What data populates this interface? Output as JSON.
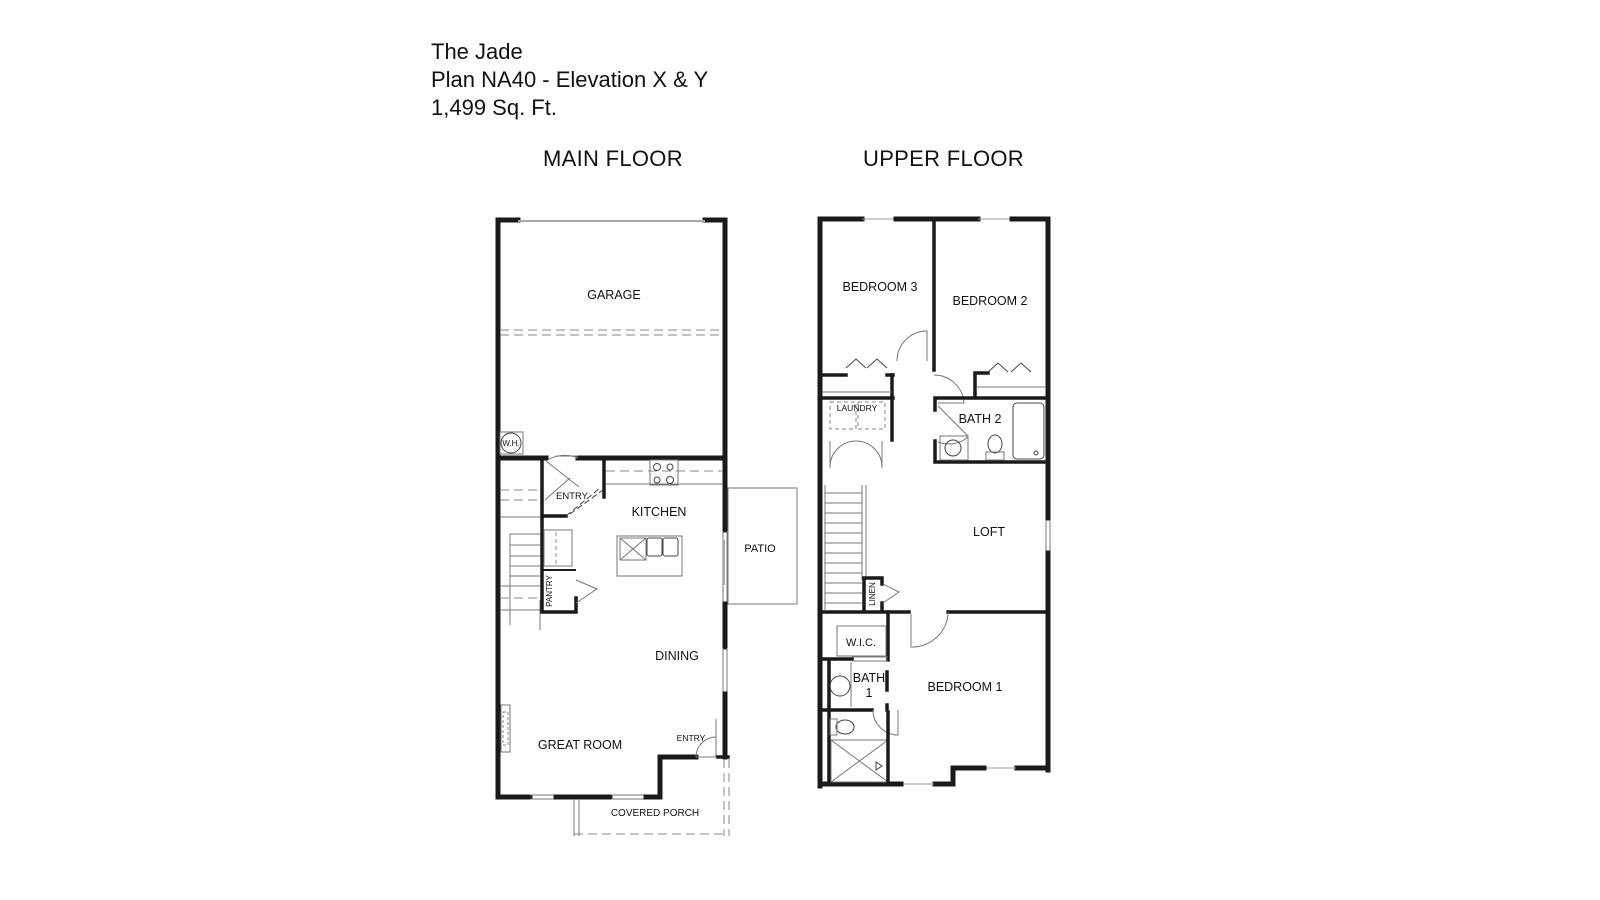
{
  "header": {
    "name": "The Jade",
    "plan": "Plan NA40 - Elevation X & Y",
    "area": "1,499 Sq. Ft."
  },
  "floors": {
    "main": {
      "heading": "MAIN FLOOR",
      "rooms": {
        "garage": "GARAGE",
        "water_heater": "W.H.",
        "entry_garage": "ENTRY",
        "kitchen": "KITCHEN",
        "pantry": "PANTRY",
        "patio": "PATIO",
        "dining": "DINING",
        "great_room": "GREAT ROOM",
        "entry_front": "ENTRY",
        "covered_porch": "COVERED PORCH"
      }
    },
    "upper": {
      "heading": "UPPER FLOOR",
      "rooms": {
        "bedroom3": "BEDROOM 3",
        "bedroom2": "BEDROOM 2",
        "laundry": "LAUNDRY",
        "bath2": "BATH 2",
        "loft": "LOFT",
        "linen": "LINEN",
        "wic": "W.I.C.",
        "bath1_line1": "BATH",
        "bath1_line2": "1",
        "bedroom1": "BEDROOM 1"
      }
    }
  },
  "colors": {
    "wall": "#1a1a1a",
    "fixture": "#777777",
    "background": "#ffffff"
  }
}
